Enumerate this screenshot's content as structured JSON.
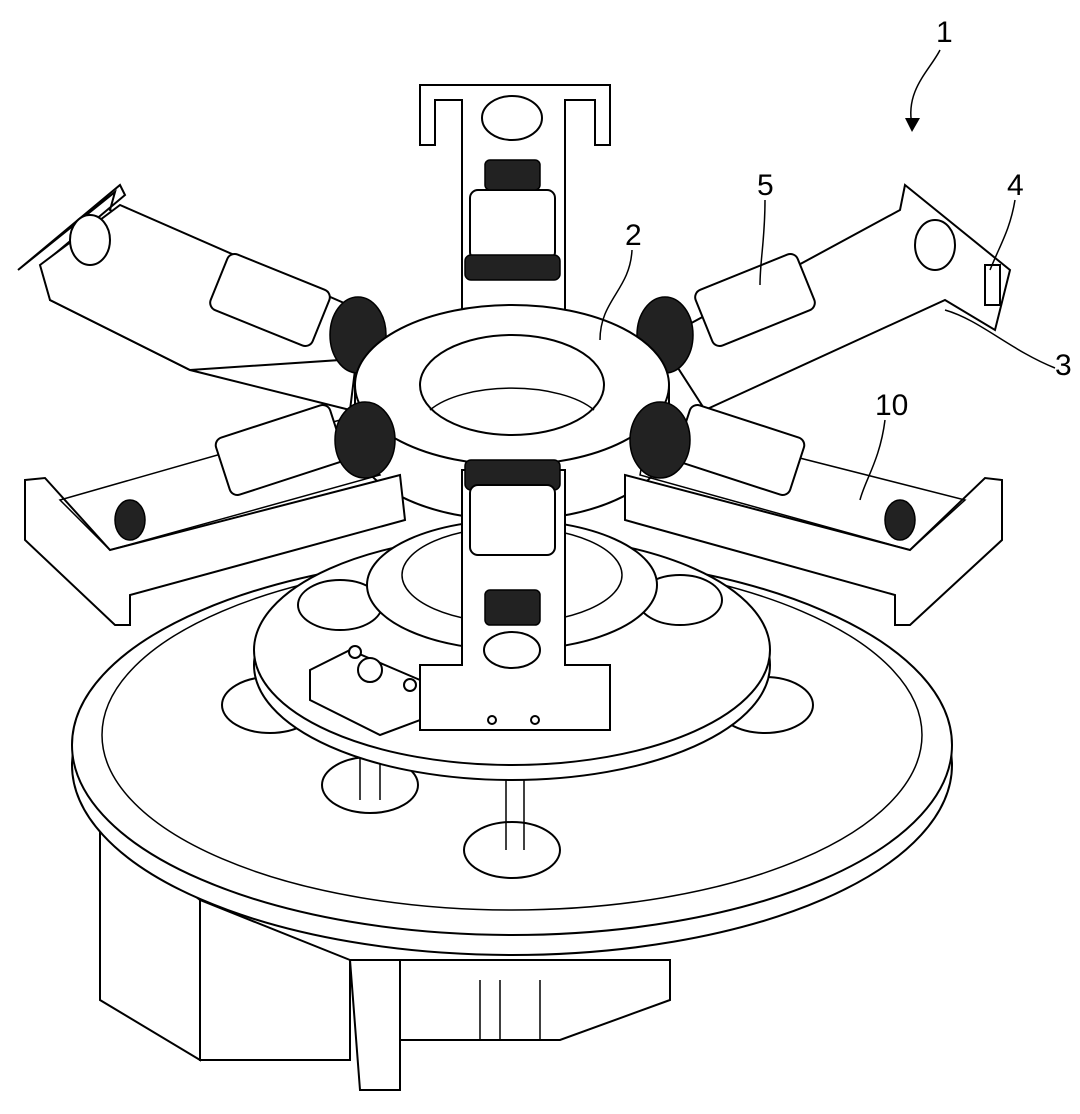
{
  "figure": {
    "labels": {
      "apparatus": "1",
      "ring": "2",
      "arm": "3",
      "bracket": "4",
      "roller": "5",
      "gear": "10"
    }
  }
}
